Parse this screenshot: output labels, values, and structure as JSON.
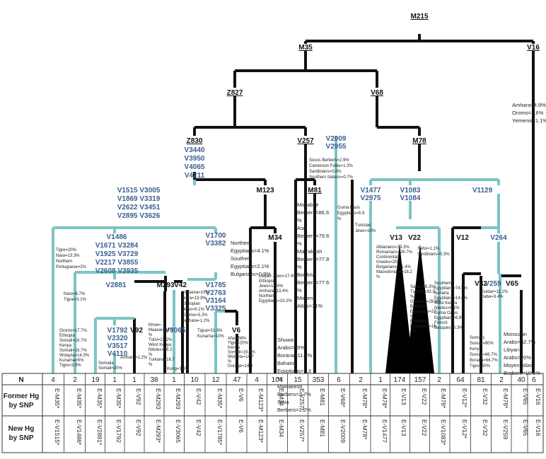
{
  "title": "M215",
  "row_labels": {
    "n": "N",
    "former_1": "Former Hg",
    "former_2": "by SNP",
    "new_1": "New Hg",
    "new_2": "by SNP"
  },
  "nodes": {
    "m215": "M215",
    "m35": "M35",
    "v16": "V16",
    "z827": "Z827",
    "v68": "V68",
    "z830": "Z830",
    "z830_snps": [
      "V3440",
      "V3950",
      "V4065",
      "V4211"
    ],
    "v257": "V257",
    "v2009": [
      "V2009",
      "V2955"
    ],
    "m78": "M78",
    "v1515": [
      "V1515 V3005",
      "V1869 V3319",
      "V2622 V3451",
      "V2895 V3626"
    ],
    "m123": "M123",
    "m81": "M81",
    "v1477": [
      "V1477",
      "V2975"
    ],
    "v1083": [
      "V1083",
      "V1084"
    ],
    "v1129": "V1129",
    "v1486": [
      "V1486",
      "V1671 V3284",
      "V1925 V3729",
      "V2217 V3855",
      "V2608 V3935"
    ],
    "v1700": [
      "V1700",
      "V3382"
    ],
    "m34": "M34",
    "v13": "V13",
    "v22": "V22",
    "v12": "V12",
    "v264": "V264",
    "v2881": "V2881",
    "m293": "M293",
    "v42": "V42",
    "v1785": [
      "V1785",
      "V2763",
      "V3164",
      "V3325"
    ],
    "v32": "V32",
    "v259": "V259",
    "v65": "V65",
    "v1792": [
      "V1792",
      "V2320",
      "V3517",
      "V4110"
    ],
    "v92": "V92",
    "v3065": "V3065",
    "v6": "V6"
  },
  "annotations": {
    "v16": [
      "Amhara=4.9%",
      "Oromo=1.6%",
      "Yemenis=1.1%"
    ],
    "v257": [
      "Souss Berbers=2.9%",
      "Cameroon Fulbe=1.3%",
      "Sardinians=0.8%",
      "Southern Italians=0.7%"
    ],
    "m81": [
      "Mozabite",
      "Berbers=86.6",
      "%",
      "Asni",
      "Berbers=79.6",
      "%",
      "Marrakesh",
      "Berbers=77.8",
      "%",
      "Bouhria",
      "Berbers=77.6",
      "%",
      "Moyen",
      "Atlas=71%"
    ],
    "m78_guma": [
      "Guma basis",
      "Egyptians=5.9",
      "%"
    ],
    "v1477": [
      "Tunisian",
      "Jews=10%"
    ],
    "m123": [
      "Northern",
      "Egyptians=4.1%",
      "Southern",
      "Egyptians=2.1%",
      "Bulgarians=0.9%"
    ],
    "m34_upper": [
      "Libyan Jews=17.4%",
      "Ethiopian",
      "Jews=13.6%",
      "Amhara=13.4%",
      "Northern",
      "Egyptians=10.2%"
    ],
    "m34_lower": [
      "Shuwa",
      "Arabs=30%",
      "Borana=11.1%",
      "Baharia",
      "Egyptians=7.3",
      "%",
      "Marrakesh",
      "Berbers=3.7%",
      "Siwa",
      "Berbers=2.2%"
    ],
    "v1083": [
      "Saho=1.1%",
      "Sardinians=0.3%"
    ],
    "v13": [
      "Albanians=33.3%",
      "Romanians=26.7%",
      "Continental",
      "Greeks=25%",
      "Bulgarians=21.4%",
      "Macedonians=18.2",
      "%"
    ],
    "v22": [
      "Saho=88.3%",
      "Turkish=33.3",
      "%",
      "Gurages=28.6%",
      "Baharia",
      "Egyptians=22",
      "%",
      "Northern",
      "Egyptians=16.",
      "3%"
    ],
    "v12": [
      "Southern",
      "Egyptians=74.5%",
      "Baharia",
      "Egyptians=14.6%",
      "West Kenya",
      "Nilotes=8.1%",
      "Guma Oasis",
      "Egyptians=8.8%",
      "French",
      "Basques=6.3%"
    ],
    "v32": [
      "Somalis",
      "Somali=80%",
      "Kenya",
      "Somali=66.7%",
      "Borana=66.7%",
      "Tigre=60%"
    ],
    "v259": [
      "Guidar=11.1%",
      "Daba=3.4%"
    ],
    "v65": [
      "Moroccan",
      "Arabs=32.7%",
      "Libyan",
      "Arabs=20%",
      "Moyen Atlas",
      "Berbers=10.1%"
    ],
    "v1515": [
      "Tigre=20%",
      "Nara=13.3%",
      "Northern",
      "Portuguese=2%"
    ],
    "v1486": [
      "Nara=6.7%",
      "Tigrai=3.1%"
    ],
    "v1792": [
      "Oromo=17.7%",
      "Ethiopia",
      "Somali=16.7%",
      "Kenya",
      "Somali=16.7%",
      "Wolayta=14.3%",
      "Kunama=5%",
      "Tigre=3.3%"
    ],
    "v1792_b": [
      "Somalia",
      "Somali=20%"
    ],
    "v92": [
      "Amhara=1.2%"
    ],
    "m293": [
      "Khoe=...",
      "Maasai=24%",
      "%",
      "Tutsi=22.2%",
      "West Kenya",
      "Nilotes=18.2",
      "%",
      "Turkana=16.7",
      "%"
    ],
    "v3065": [
      "Kung=1.6%"
    ],
    "v42": [
      "Kunama=15%",
      "Nara=13.3%",
      "Ethiopian",
      "Jews=9.1%",
      "Oromo=3.2%",
      "Amhara=1.2%"
    ],
    "v1785": [
      "Tigrai=31.3%",
      "Kunama=10%"
    ],
    "v6": [
      "Afar=56%",
      "Tigre=20%",
      "Kenya",
      "Somali=16.7%",
      "Wolayta=14.7",
      "%",
      "Gurage=14.3"
    ]
  },
  "table": {
    "columns": [
      {
        "n": "4",
        "former": "E-M35*",
        "new": "E-V1515*"
      },
      {
        "n": "2",
        "former": "E-M35*",
        "new": "E-V1486*"
      },
      {
        "n": "19",
        "former": "E-M35*",
        "new": "E-V2881*"
      },
      {
        "n": "1",
        "former": "E-M35*",
        "new": "E-V1792"
      },
      {
        "n": "1",
        "former": "E-V92",
        "new": "E-V92"
      },
      {
        "n": "38",
        "former": "E-M293",
        "new": "E-M293*"
      },
      {
        "n": "1",
        "former": "E-M293",
        "new": "E-V3065"
      },
      {
        "n": "10",
        "former": "E-V42",
        "new": "E-V42"
      },
      {
        "n": "12",
        "former": "E-M35*",
        "new": "E-V1785*"
      },
      {
        "n": "47",
        "former": "E-V6",
        "new": "E-V6"
      },
      {
        "n": "4",
        "former": "E-M123*",
        "new": "E-M123*"
      },
      {
        "n": "104",
        "former": "E-M34",
        "new": "E-M34"
      },
      {
        "n": "15",
        "former": "E-V257*",
        "new": "E-V257*"
      },
      {
        "n": "353",
        "former": "E-M81",
        "new": "E-M81"
      },
      {
        "n": "6",
        "former": "E-V68*",
        "new": "E-V2009"
      },
      {
        "n": "2",
        "former": "E-M78*",
        "new": "E-M78*"
      },
      {
        "n": "1",
        "former": "E-M78*",
        "new": "E-V1477"
      },
      {
        "n": "174",
        "former": "E-V13",
        "new": "E-V13"
      },
      {
        "n": "157",
        "former": "E-V22",
        "new": "E-V22"
      },
      {
        "n": "2",
        "former": "E-M78*",
        "new": "E-V1083*"
      },
      {
        "n": "64",
        "former": "E-V12*",
        "new": "E-V12*"
      },
      {
        "n": "81",
        "former": "E-V32",
        "new": "E-V32"
      },
      {
        "n": "2",
        "former": "E-M78*",
        "new": "E-V259"
      },
      {
        "n": "40",
        "former": "E-V65",
        "new": "E-V65"
      },
      {
        "n": "6",
        "former": "E-V16",
        "new": "E-V16"
      }
    ]
  },
  "colors": {
    "known": "#111111",
    "new": "#7cc4c4",
    "new_text": "#3b5f8f"
  }
}
